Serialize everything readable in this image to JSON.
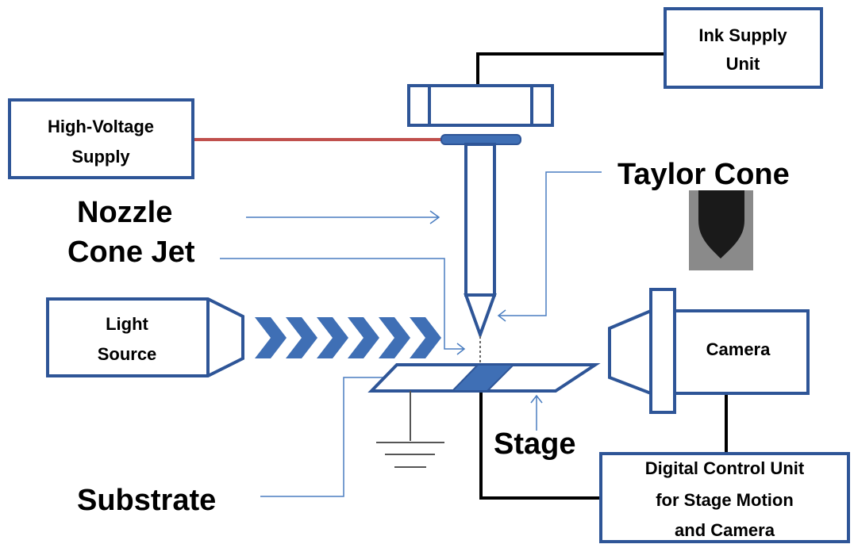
{
  "boxes": {
    "ink_supply": [
      "Ink Supply",
      "Unit"
    ],
    "high_voltage": [
      "High-Voltage",
      "Supply"
    ],
    "light_source": [
      "Light",
      "Source"
    ],
    "camera": "Camera",
    "digital_control": [
      "Digital Control Unit",
      "for Stage Motion",
      "and Camera"
    ]
  },
  "callouts": {
    "taylor_cone": "Taylor Cone",
    "nozzle": "Nozzle",
    "cone_jet": "Cone Jet",
    "stage": "Stage",
    "substrate": "Substrate"
  },
  "colors": {
    "outline": "#2e5597",
    "fill_blue": "#3f6fb5",
    "arrow_blue": "#4a7dc0",
    "voltage_line": "#c0504d",
    "wire": "#000000"
  }
}
